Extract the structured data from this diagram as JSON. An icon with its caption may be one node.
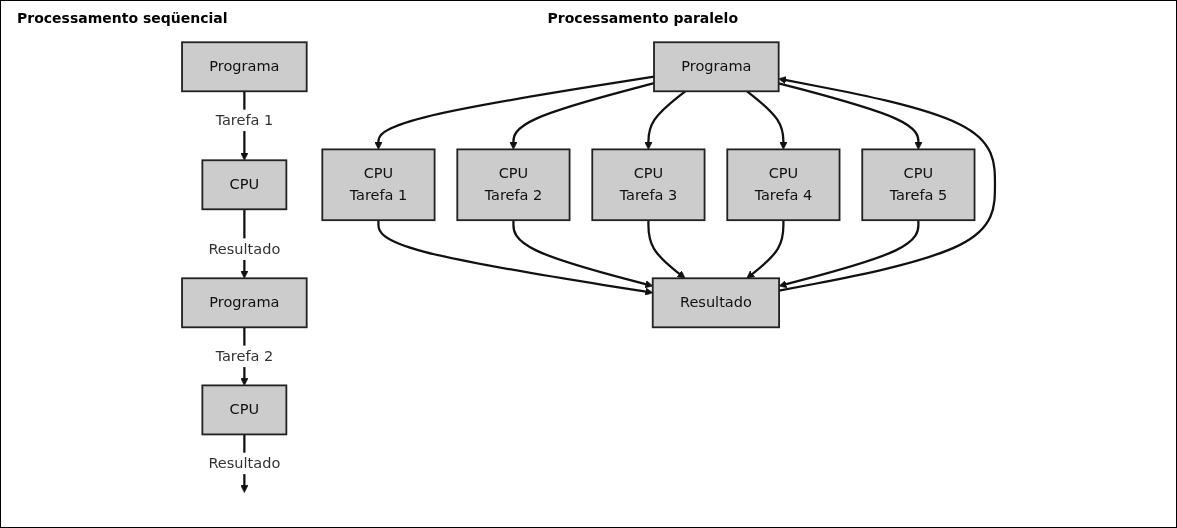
{
  "diagram": {
    "nodes": [
      {
        "text": [
          "Programa"
        ]
      },
      {
        "text": [
          "CPU"
        ]
      },
      {
        "text": [
          "Programa"
        ]
      },
      {
        "text": [
          "CPU"
        ]
      },
      {
        "text": [
          "Programa"
        ]
      },
      {
        "text": [
          "CPU",
          "Tarefa 1"
        ]
      },
      {
        "text": [
          "CPU",
          "Tarefa 2"
        ]
      },
      {
        "text": [
          "CPU",
          "Tarefa 3"
        ]
      },
      {
        "text": [
          "CPU",
          "Tarefa 4"
        ]
      },
      {
        "text": [
          "CPU",
          "Tarefa 5"
        ]
      },
      {
        "text": [
          "Resultado"
        ]
      }
    ],
    "edges": [
      {
        "from": 0,
        "to": 1,
        "arrow": "to",
        "label": "Tarefa 1"
      },
      {
        "from": 1,
        "to": 2,
        "arrow": "to",
        "label": "Resultado"
      },
      {
        "from": 2,
        "to": 3,
        "arrow": "to",
        "label": "Tarefa 2"
      },
      {
        "from": 3,
        "to": null,
        "arrow": "to",
        "label": "Resultado"
      },
      {
        "from": 4,
        "to": 5,
        "arrow": "to"
      },
      {
        "from": 4,
        "to": 6,
        "arrow": "to"
      },
      {
        "from": 4,
        "to": 7,
        "arrow": "to"
      },
      {
        "from": 4,
        "to": 8,
        "arrow": "to"
      },
      {
        "from": 4,
        "to": 9,
        "arrow": "to"
      },
      {
        "from": 5,
        "to": 10,
        "arrow": "to"
      },
      {
        "from": 6,
        "to": 10,
        "arrow": "to"
      },
      {
        "from": 7,
        "to": 10,
        "arrow": "to"
      },
      {
        "from": 8,
        "to": 10,
        "arrow": "to"
      },
      {
        "from": 9,
        "to": 10,
        "arrow": "to"
      },
      {
        "from": 10,
        "to": 4,
        "arrow": "to"
      }
    ],
    "labels": [
      "Processamento seqüencial",
      "Processamento paralelo"
    ]
  }
}
